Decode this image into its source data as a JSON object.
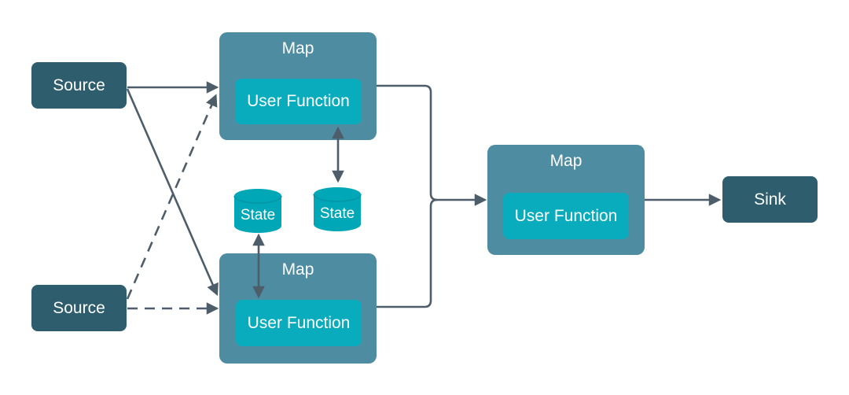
{
  "diagram": {
    "type": "dataflow",
    "description": "Stream processing pipeline with sources, stateful map operators containing user functions, and a sink"
  },
  "colors": {
    "background": "#FFFFFF",
    "source_sink_fill": "#2E5D6E",
    "map_fill": "#4E8CA2",
    "user_function_fill": "#09ACBD",
    "state_fill": "#00A7B6",
    "state_seam": "#0595A4",
    "edge": "#4E5D6A",
    "label_text": "#FFFFFF"
  },
  "nodes": {
    "source_top": {
      "label": "Source"
    },
    "source_bottom": {
      "label": "Source"
    },
    "map_top": {
      "label": "Map",
      "user_function": "User Function"
    },
    "map_bottom": {
      "label": "Map",
      "user_function": "User Function"
    },
    "map_right": {
      "label": "Map",
      "user_function": "User Function"
    },
    "state_left": {
      "label": "State"
    },
    "state_right": {
      "label": "State"
    },
    "sink": {
      "label": "Sink"
    }
  },
  "edges": [
    {
      "from": "source_top",
      "to": "map_top",
      "style": "solid",
      "direction": "forward"
    },
    {
      "from": "source_top",
      "to": "map_bottom",
      "style": "solid",
      "direction": "forward"
    },
    {
      "from": "source_bottom",
      "to": "map_top",
      "style": "dashed",
      "direction": "forward"
    },
    {
      "from": "source_bottom",
      "to": "map_bottom",
      "style": "dashed",
      "direction": "forward"
    },
    {
      "from": "map_top",
      "to": "state_right",
      "style": "solid",
      "direction": "bidirectional"
    },
    {
      "from": "map_bottom",
      "to": "state_left",
      "style": "solid",
      "direction": "bidirectional"
    },
    {
      "from": "map_top",
      "to": "map_right",
      "style": "solid",
      "direction": "forward",
      "note": "merges with map_bottom output"
    },
    {
      "from": "map_bottom",
      "to": "map_right",
      "style": "solid",
      "direction": "forward",
      "note": "merges with map_top output"
    },
    {
      "from": "map_right",
      "to": "sink",
      "style": "solid",
      "direction": "forward"
    }
  ]
}
